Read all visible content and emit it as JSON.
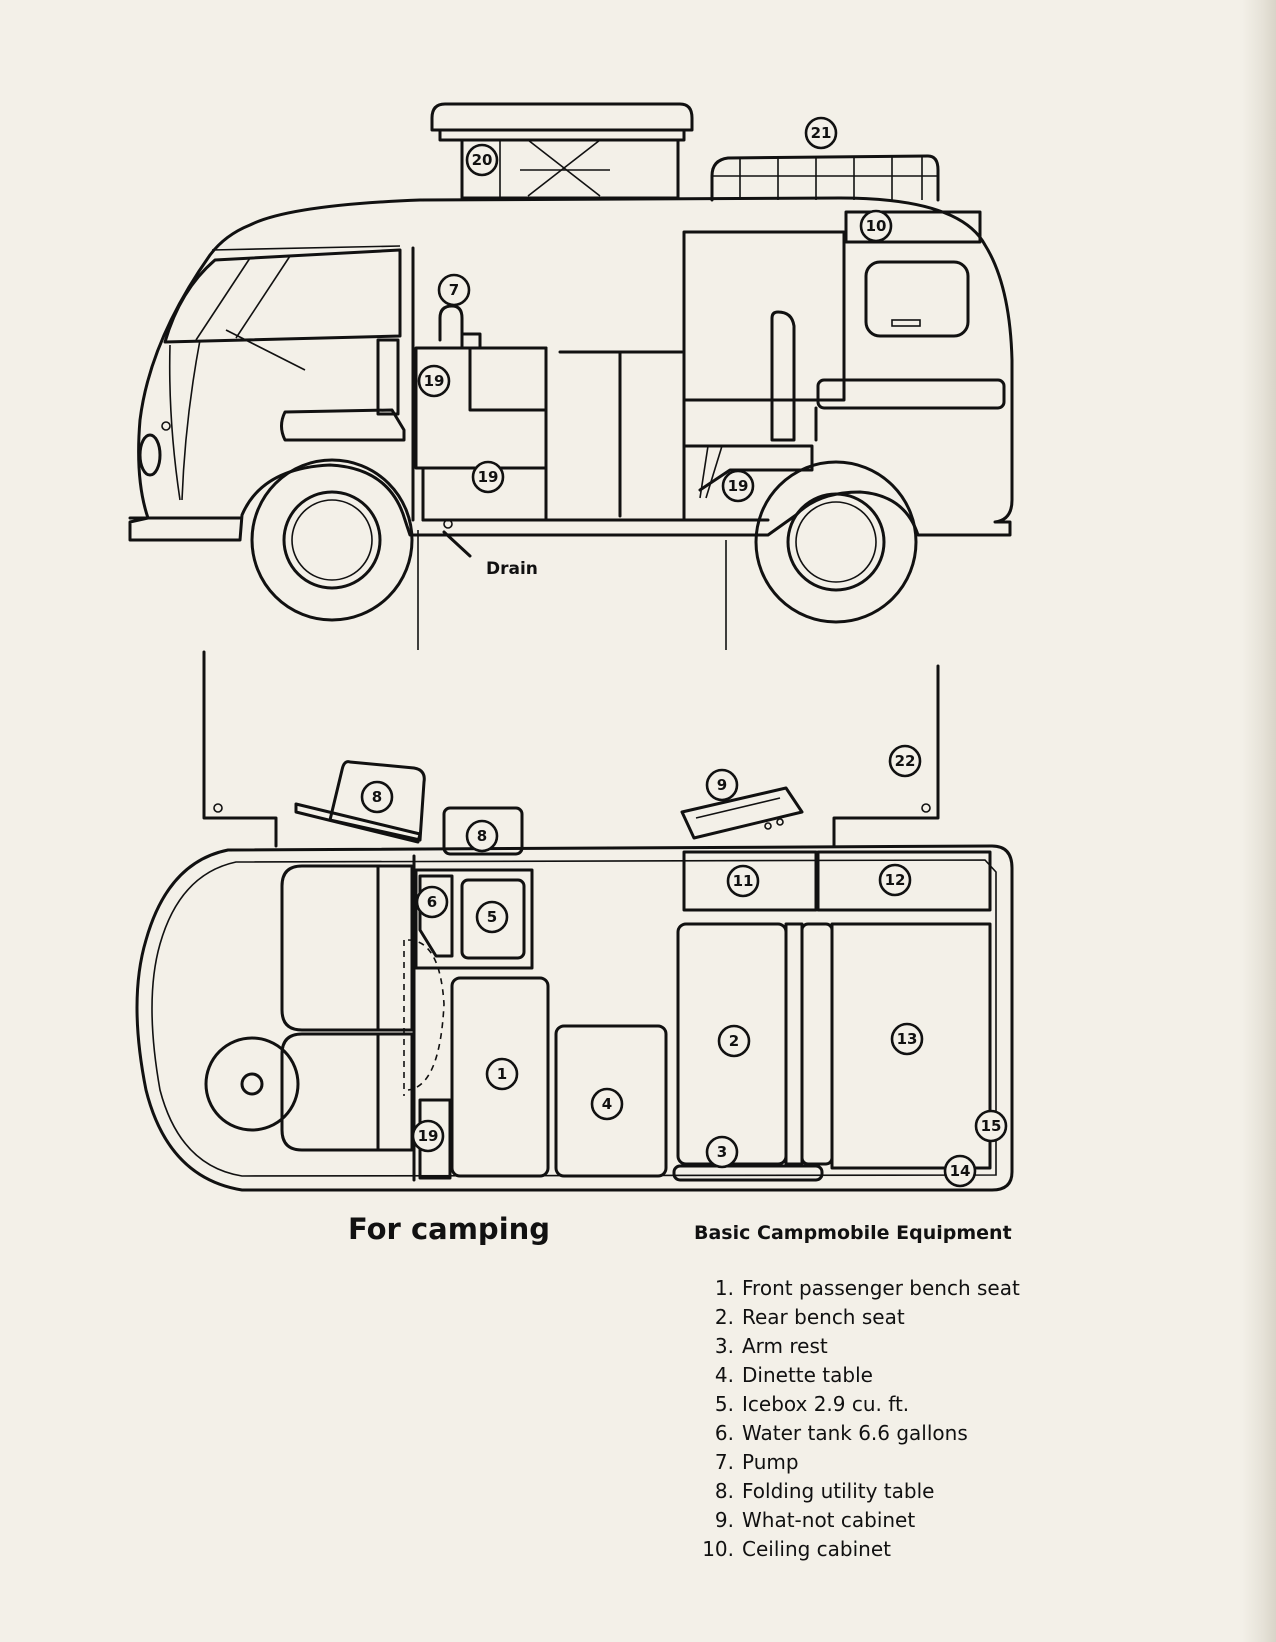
{
  "diagram": {
    "callouts_side": [
      "20",
      "21",
      "10",
      "7",
      "19",
      "19",
      "19"
    ],
    "callouts_plan": [
      "8",
      "8",
      "9",
      "22",
      "6",
      "5",
      "11",
      "12",
      "1",
      "2",
      "13",
      "4",
      "3",
      "19",
      "15",
      "14"
    ],
    "drain_label": "Drain"
  },
  "caption": "For camping",
  "legend": {
    "title": "Basic Campmobile Equipment",
    "items": [
      {
        "num": "1.",
        "text": "Front passenger bench seat"
      },
      {
        "num": "2.",
        "text": "Rear bench seat"
      },
      {
        "num": "3.",
        "text": "Arm rest"
      },
      {
        "num": "4.",
        "text": "Dinette table"
      },
      {
        "num": "5.",
        "text": "Icebox 2.9 cu. ft."
      },
      {
        "num": "6.",
        "text": "Water tank 6.6 gallons"
      },
      {
        "num": "7.",
        "text": "Pump"
      },
      {
        "num": "8.",
        "text": "Folding utility table"
      },
      {
        "num": "9.",
        "text": "What-not cabinet"
      },
      {
        "num": "10.",
        "text": "Ceiling cabinet"
      }
    ]
  }
}
